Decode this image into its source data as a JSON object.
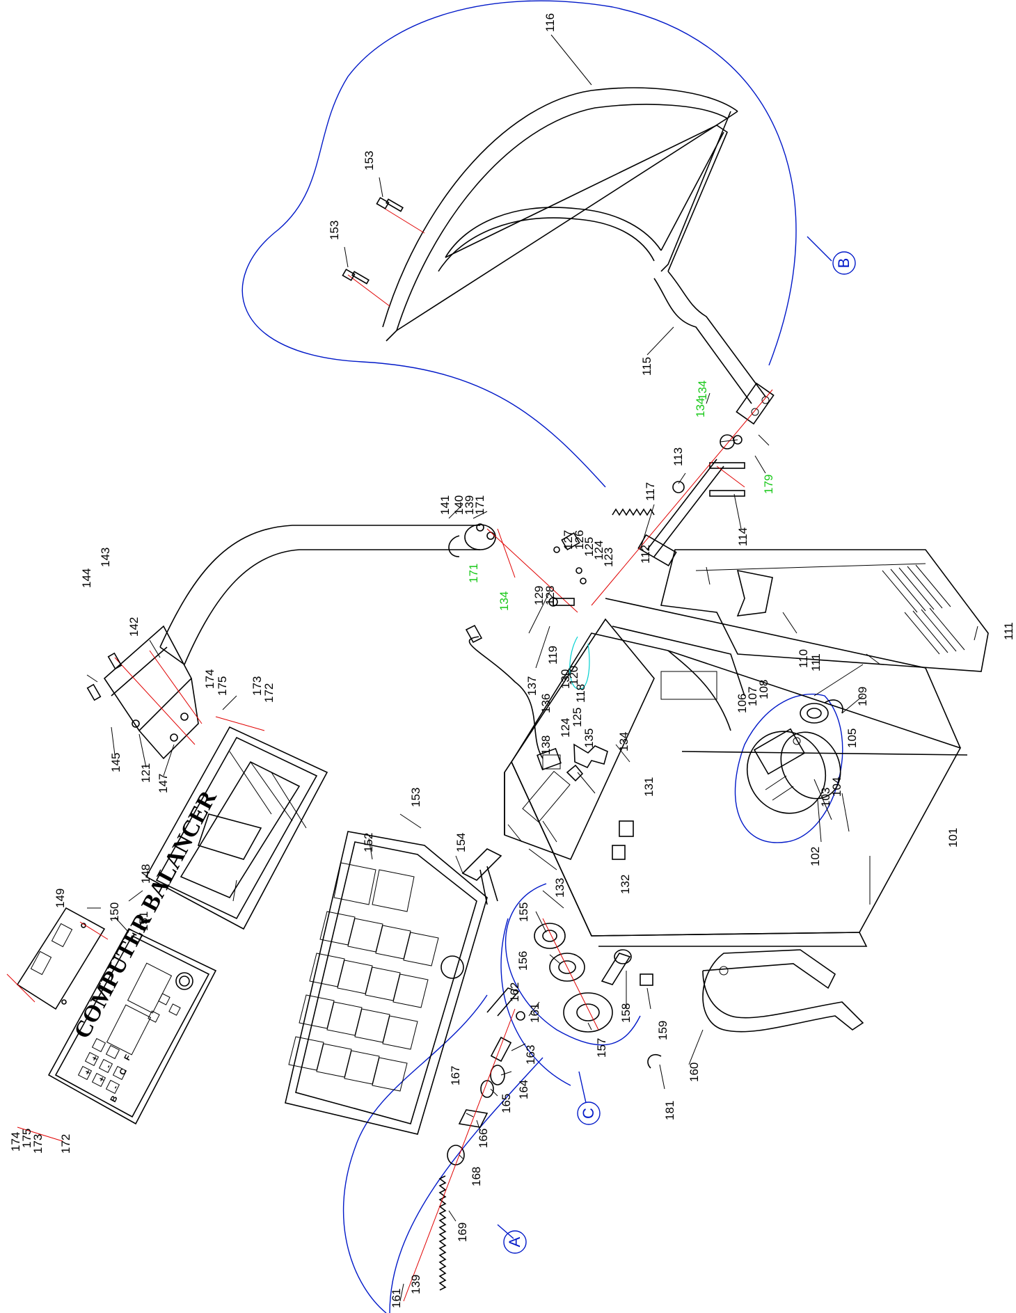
{
  "diagram": {
    "panel_title": "COMPUTER BALANCER",
    "keypad_keys": [
      "+",
      "+",
      "-",
      "+",
      "-",
      "C",
      "F",
      "B"
    ],
    "section_markers": [
      "A",
      "B",
      "C"
    ],
    "part_labels": {
      "p101": "101",
      "p102": "102",
      "p103": "103",
      "p104": "104",
      "p105": "105",
      "p106": "106",
      "p107": "107",
      "p108": "108",
      "p109": "109",
      "p110": "110",
      "p111a": "111",
      "p111b": "111",
      "p112": "112",
      "p113": "113",
      "p114": "114",
      "p115": "115",
      "p116": "116",
      "p117": "117",
      "p118": "118",
      "p119": "119",
      "p120": "120",
      "p121": "121",
      "p123": "123",
      "p124a": "124",
      "p124b": "124",
      "p125a": "125",
      "p125b": "125",
      "p126": "126",
      "p127": "127",
      "p128": "128",
      "p129": "129",
      "p130": "130",
      "p131": "131",
      "p132": "132",
      "p133": "133",
      "p134a": "134",
      "p134b": "134",
      "p134c": "134",
      "p134d": "134",
      "p135": "135",
      "p136": "136",
      "p137": "137",
      "p138": "138",
      "p139a": "139",
      "p139b": "139",
      "p140": "140",
      "p141": "141",
      "p142": "142",
      "p143": "143",
      "p144": "144",
      "p145": "145",
      "p147": "147",
      "p148": "148",
      "p149": "149",
      "p150": "150",
      "p151": "151",
      "p152": "152",
      "p153a": "153",
      "p153b": "153",
      "p153c": "153",
      "p154": "154",
      "p155": "155",
      "p156": "156",
      "p157": "157",
      "p158": "158",
      "p159": "159",
      "p160": "160",
      "p161a": "161",
      "p161b": "161",
      "p162": "162",
      "p163": "163",
      "p164": "164",
      "p165": "165",
      "p166": "166",
      "p167": "167",
      "p168": "168",
      "p169": "169",
      "p171a": "171",
      "p171b": "171",
      "p172a": "172",
      "p172b": "172",
      "p173a": "173",
      "p173b": "173",
      "p174a": "174",
      "p174b": "174",
      "p175a": "175",
      "p175b": "175",
      "p179": "179",
      "p181": "181"
    },
    "colors": {
      "outline": "#000000",
      "group_boundary": "#0018c8",
      "axis_line": "#e00000",
      "highlight_label": "#18c818"
    }
  }
}
